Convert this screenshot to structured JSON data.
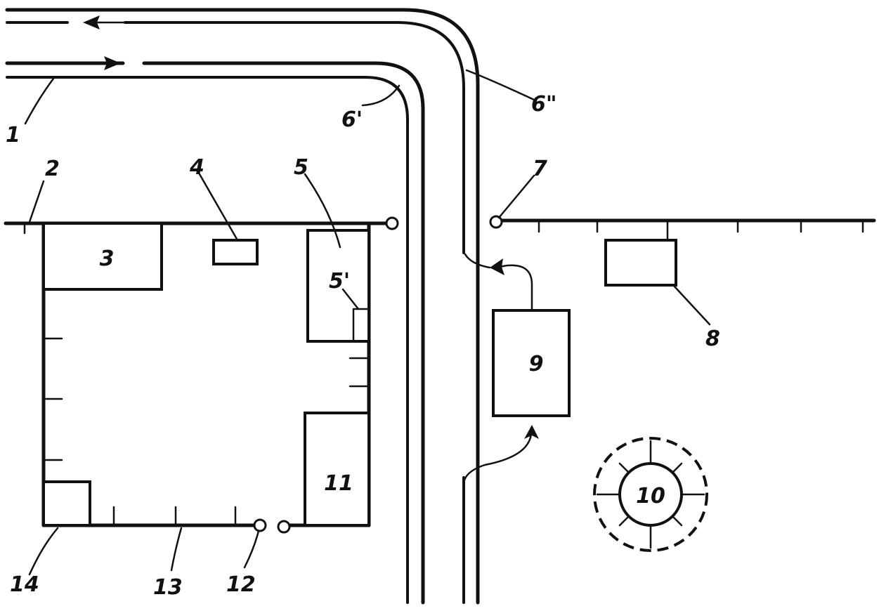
{
  "labels": {
    "l1": "1",
    "l2": "2",
    "l3": "3",
    "l4": "4",
    "l5": "5",
    "l5p": "5'",
    "l6p": "6'",
    "l6pp": "6\"",
    "l7": "7",
    "l8": "8",
    "l9": "9",
    "l10": "10",
    "l11": "11",
    "l12": "12",
    "l13": "13",
    "l14": "14"
  }
}
